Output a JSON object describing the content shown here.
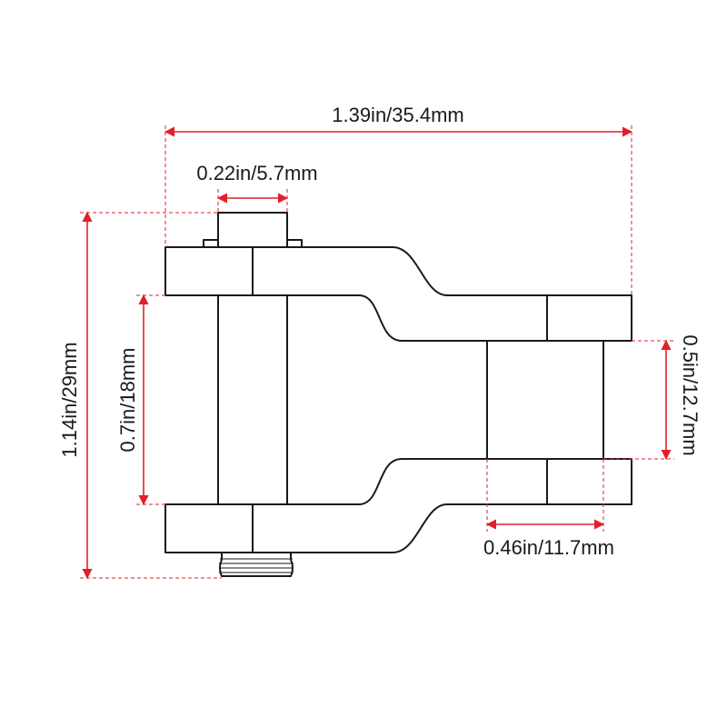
{
  "colors": {
    "dimension": "#e0202a",
    "outline": "#1a1a1a",
    "background": "#ffffff"
  },
  "dimensions": {
    "overall_length": "1.39in/35.4mm",
    "pin_head_width": "0.22in/5.7mm",
    "overall_height": "1.14in/29mm",
    "inner_gap": "0.7in/18mm",
    "clevis_gap": "0.5in/12.7mm",
    "clevis_width": "0.46in/11.7mm"
  }
}
